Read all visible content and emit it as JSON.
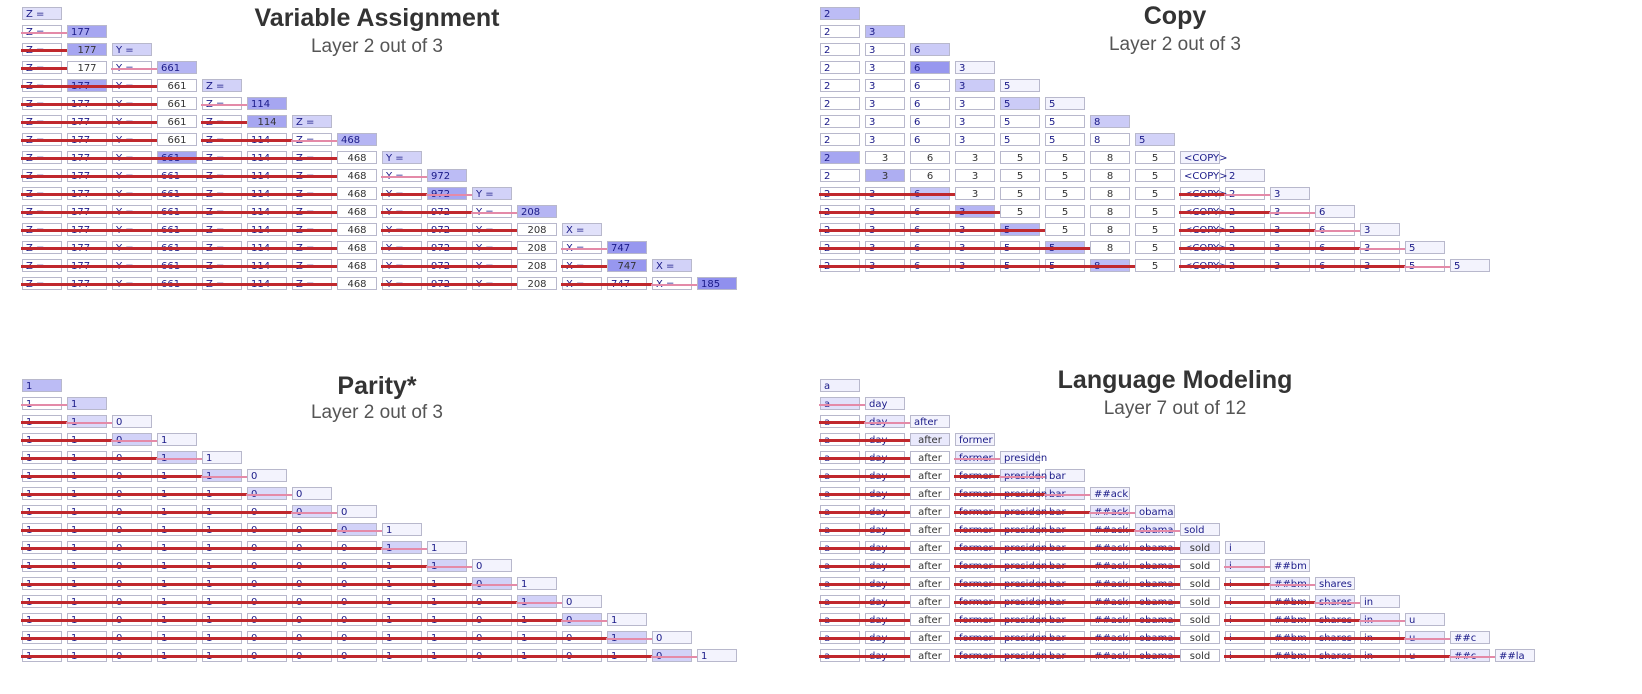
{
  "panels": [
    {
      "key": "va",
      "title": "Variable Assignment",
      "subtitle": "Layer 2 out of 3",
      "tokens": [
        "Z =",
        "177",
        "Y =",
        "661",
        "Z =",
        "114",
        "Z =",
        "468",
        "Y =",
        "972",
        "Y =",
        "208",
        "X =",
        "747",
        "X =",
        "185"
      ],
      "active_text_steps": [
        0,
        2,
        4,
        6,
        8,
        10,
        12,
        14
      ],
      "kept_positions": [
        1,
        3,
        5,
        7,
        11,
        13
      ],
      "highlight": [
        [
          0
        ],
        [
          1
        ],
        [
          1,
          2
        ],
        [
          3
        ],
        [
          1,
          4
        ],
        [
          5
        ],
        [
          5,
          6
        ],
        [
          7
        ],
        [
          3,
          8
        ],
        [
          9
        ],
        [
          9,
          10
        ],
        [
          11
        ],
        [
          12
        ],
        [
          13
        ],
        [
          13,
          14
        ],
        [
          15
        ]
      ],
      "highlight_strength": [
        [
          0.2
        ],
        [
          0.6
        ],
        [
          0.6,
          0.3
        ],
        [
          0.5
        ],
        [
          0.6,
          0.3
        ],
        [
          0.6
        ],
        [
          0.6,
          0.3
        ],
        [
          0.5
        ],
        [
          0.6,
          0.3
        ],
        [
          0.45
        ],
        [
          0.6,
          0.3
        ],
        [
          0.5
        ],
        [
          0.2
        ],
        [
          0.7
        ],
        [
          0.7,
          0.3
        ],
        [
          0.75
        ]
      ]
    },
    {
      "key": "copy",
      "title": "Copy",
      "subtitle": "Layer 2 out of 3",
      "tokens": [
        "2",
        "3",
        "6",
        "3",
        "5",
        "5",
        "8",
        "5",
        "<COPY>",
        "2",
        "3",
        "6",
        "3",
        "5",
        "5"
      ],
      "strike_start": 10,
      "kept_positions": [
        2,
        3,
        4,
        5,
        6,
        7
      ],
      "highlight": [
        [
          0
        ],
        [
          1
        ],
        [
          2
        ],
        [
          2
        ],
        [
          3
        ],
        [
          4
        ],
        [
          6
        ],
        [
          7
        ],
        [
          0
        ],
        [
          1
        ],
        [
          2
        ],
        [
          3
        ],
        [
          4
        ],
        [
          5
        ],
        [
          6
        ]
      ],
      "highlight_strength": [
        [
          0.45
        ],
        [
          0.45
        ],
        [
          0.35
        ],
        [
          0.7
        ],
        [
          0.35
        ],
        [
          0.35
        ],
        [
          0.35
        ],
        [
          0.3
        ],
        [
          0.6
        ],
        [
          0.55
        ],
        [
          0.4
        ],
        [
          0.5
        ],
        [
          0.5
        ],
        [
          0.45
        ],
        [
          0.45
        ]
      ]
    },
    {
      "key": "parity",
      "title": "Parity*",
      "subtitle": "Layer 2 out of 3",
      "tokens": [
        "1",
        "1",
        "0",
        "1",
        "1",
        "0",
        "0",
        "0",
        "1",
        "1",
        "0",
        "1",
        "0",
        "1",
        "0",
        "1"
      ],
      "highlight": [
        [
          0
        ],
        [
          1
        ],
        [
          1
        ],
        [
          2
        ],
        [
          3
        ],
        [
          4
        ],
        [
          5
        ],
        [
          6
        ],
        [
          7
        ],
        [
          8
        ],
        [
          9
        ],
        [
          10
        ],
        [
          11
        ],
        [
          12
        ],
        [
          13
        ],
        [
          14
        ]
      ],
      "highlight_strength": [
        [
          0.45
        ],
        [
          0.3
        ],
        [
          0.25
        ],
        [
          0.3
        ],
        [
          0.3
        ],
        [
          0.3
        ],
        [
          0.25
        ],
        [
          0.25
        ],
        [
          0.3
        ],
        [
          0.3
        ],
        [
          0.3
        ],
        [
          0.3
        ],
        [
          0.3
        ],
        [
          0.3
        ],
        [
          0.3
        ],
        [
          0.3
        ]
      ]
    },
    {
      "key": "lm",
      "title": "Language Modeling",
      "subtitle": "Layer 7 out of 12",
      "tokens": [
        "a",
        "day",
        "after",
        "former",
        "president",
        "bar",
        "##ack",
        "obama",
        "sold",
        "i",
        "##bm",
        "shares",
        "in",
        "u",
        "##c",
        "##la"
      ],
      "display_tokens": [
        "a",
        "day",
        "after",
        "former",
        "presiden",
        "bar",
        "##ack",
        "obama",
        "sold",
        "i",
        "##bm",
        "shares",
        "in",
        "u",
        "##c",
        "##la"
      ],
      "kept_positions": [
        2,
        8
      ],
      "highlight": [
        [
          0
        ],
        [
          0
        ],
        [
          1
        ],
        [
          2
        ],
        [
          3
        ],
        [
          4
        ],
        [
          5
        ],
        [
          6
        ],
        [
          7
        ],
        [
          8
        ],
        [
          9
        ],
        [
          10
        ],
        [
          11
        ],
        [
          12
        ],
        [
          13
        ],
        [
          14
        ]
      ],
      "highlight_strength": [
        [
          0.1
        ],
        [
          0.2
        ],
        [
          0.15
        ],
        [
          0.15
        ],
        [
          0.15
        ],
        [
          0.15
        ],
        [
          0.15
        ],
        [
          0.15
        ],
        [
          0.15
        ],
        [
          0.15
        ],
        [
          0.15
        ],
        [
          0.15
        ],
        [
          0.15
        ],
        [
          0.15
        ],
        [
          0.15
        ],
        [
          0.15
        ]
      ]
    }
  ],
  "colors": {
    "highlight": "#6b6be8",
    "strike": "#c0282d",
    "cell_border": "#b8b8cc",
    "text_blue": "#1a1a88"
  }
}
